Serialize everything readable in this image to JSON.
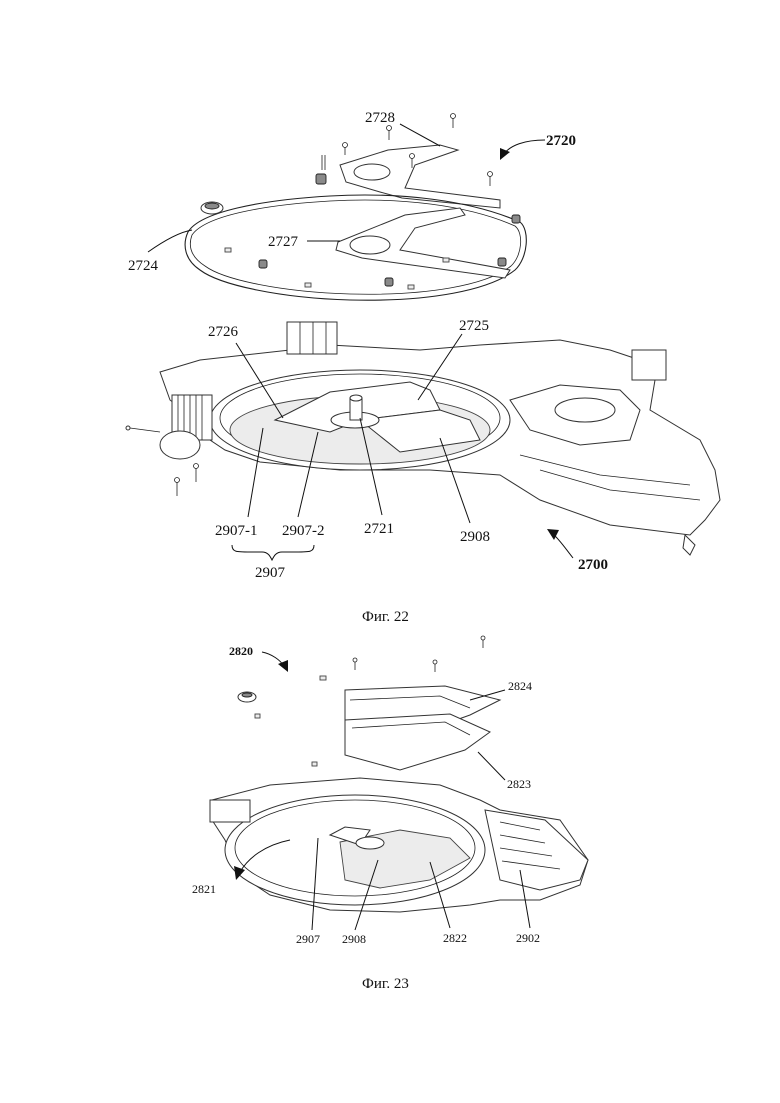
{
  "figure22": {
    "caption": "Фиг. 22",
    "labels": {
      "l2728": "2728",
      "l2720": "2720",
      "l2727": "2727",
      "l2724": "2724",
      "l2726": "2726",
      "l2725": "2725",
      "l2907_1": "2907-1",
      "l2907_2": "2907-2",
      "l2721": "2721",
      "l2908": "2908",
      "l2907": "2907",
      "l2700": "2700"
    }
  },
  "figure23": {
    "caption": "Фиг. 23",
    "labels": {
      "l2820": "2820",
      "l2824": "2824",
      "l2823": "2823",
      "l2821": "2821",
      "l2907": "2907",
      "l2908": "2908",
      "l2822": "2822",
      "l2902": "2902"
    }
  }
}
